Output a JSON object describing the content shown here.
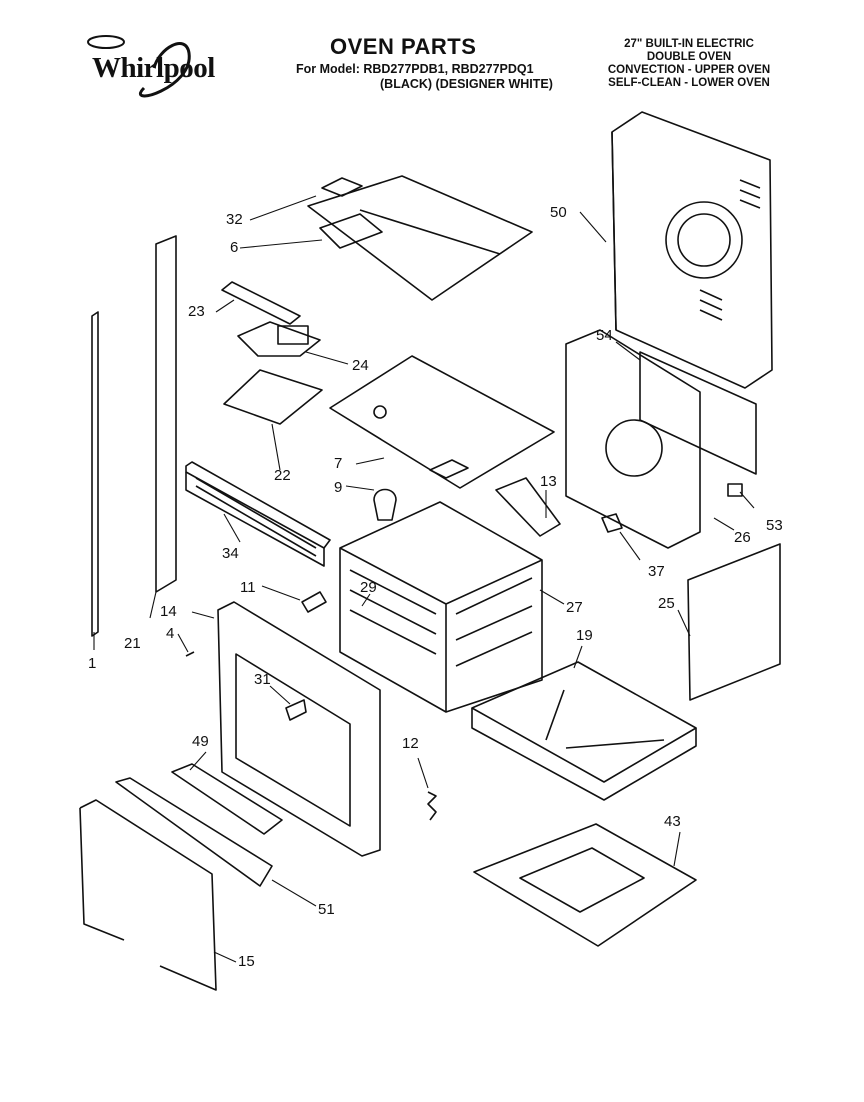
{
  "header": {
    "brand": "Whirlpool",
    "title": "OVEN PARTS",
    "model_line": "For Model: RBD277PDB1, RBD277PDQ1",
    "model_variants": "(BLACK)    (DESIGNER WHITE)",
    "description": [
      "27\" BUILT-IN ELECTRIC",
      "DOUBLE OVEN",
      "CONVECTION - UPPER OVEN",
      "SELF-CLEAN - LOWER OVEN"
    ]
  },
  "callouts": {
    "c1": "1",
    "c4": "4",
    "c6": "6",
    "c7": "7",
    "c9": "9",
    "c11": "11",
    "c12": "12",
    "c13": "13",
    "c14": "14",
    "c15": "15",
    "c19": "19",
    "c21": "21",
    "c22": "22",
    "c23": "23",
    "c24": "24",
    "c25": "25",
    "c26": "26",
    "c27": "27",
    "c29": "29",
    "c31": "31",
    "c32": "32",
    "c34": "34",
    "c37": "37",
    "c43": "43",
    "c49": "49",
    "c50": "50",
    "c51": "51",
    "c53": "53",
    "c54": "54"
  }
}
